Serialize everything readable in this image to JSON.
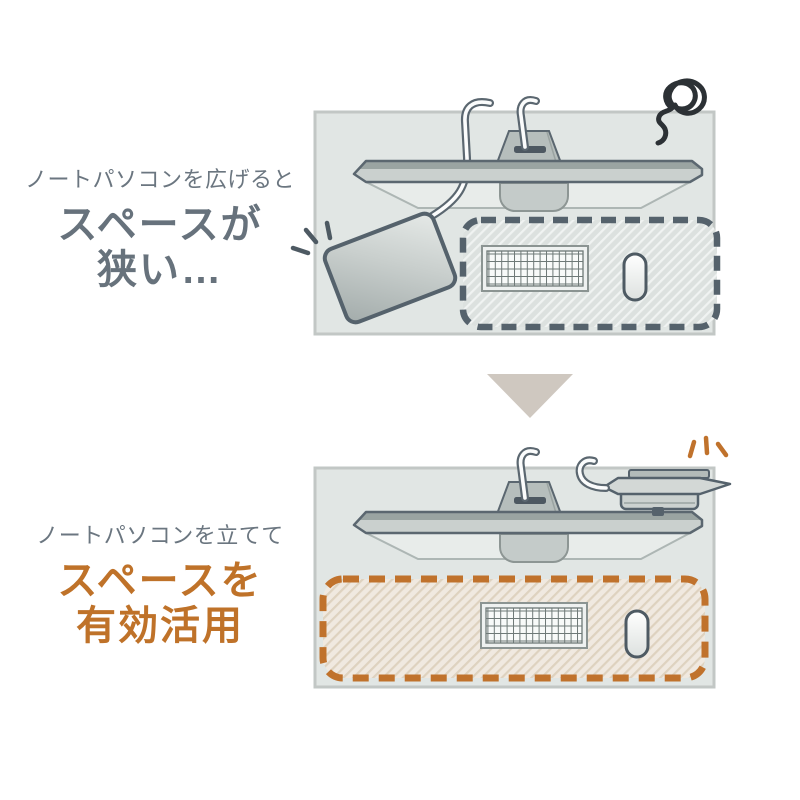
{
  "figure": {
    "before_panel": {
      "caption_small": "ノートパソコンを広げると",
      "caption_bold_line1": "スペースが",
      "caption_bold_line2": "狭い…"
    },
    "after_panel": {
      "caption_small": "ノートパソコンを立てて",
      "caption_bold_line1": "スペースを",
      "caption_bold_line2": "有効活用"
    },
    "icons": {
      "tangled_cable": "scribble-loop",
      "alert_marks_before": "radiating-lines-gray",
      "alert_marks_after": "radiating-lines-orange",
      "down_arrow": "triangle-down"
    },
    "colors": {
      "caption_gray": "#6b7680",
      "caption_bold_gray": "#67727c",
      "accent_orange": "#bf7229",
      "dash_slate": "#55626c",
      "dash_orange": "#c0722c",
      "desk_fill": "#e1e6e4",
      "desk_border": "#c2c7c5",
      "arrow_beige": "#cfc8c0",
      "hatch_beige_fill": "#f0e9e0"
    }
  }
}
